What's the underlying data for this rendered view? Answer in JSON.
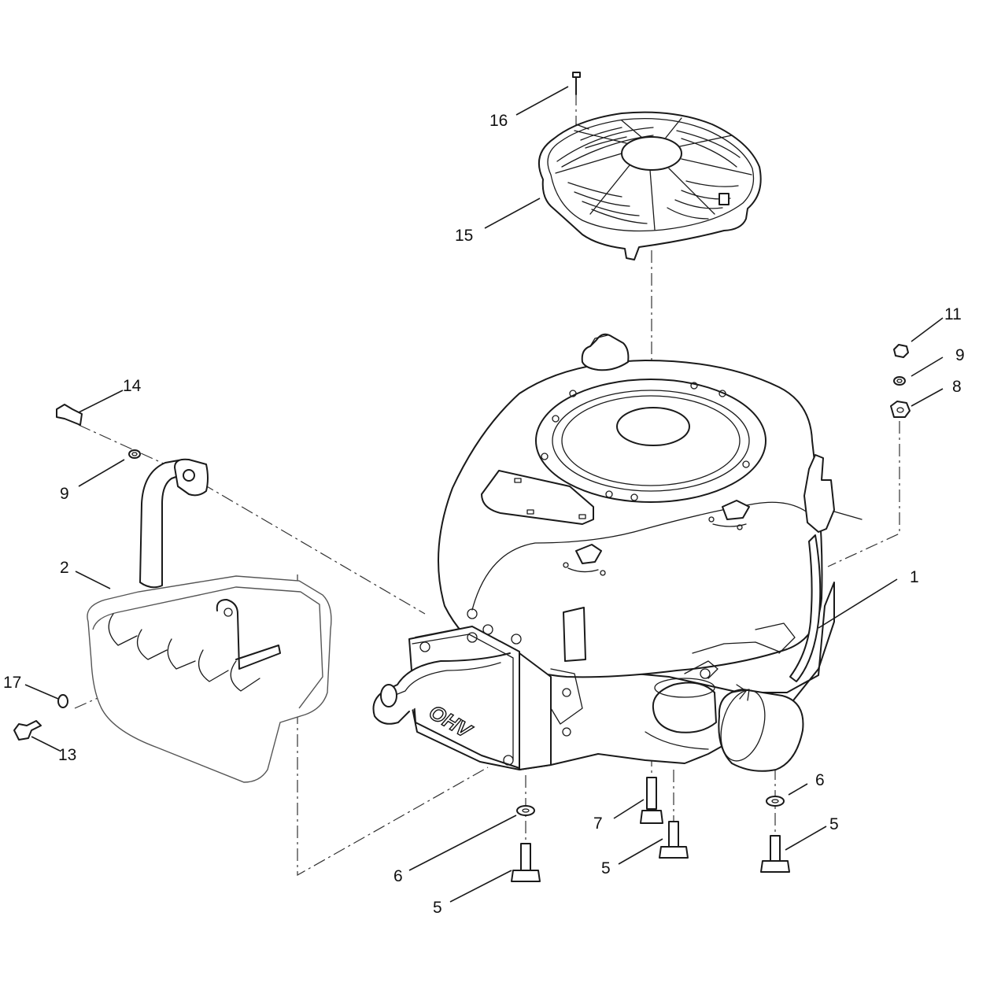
{
  "figure": {
    "engine_decal": "OHV"
  },
  "callouts": [
    {
      "id": "c16",
      "label": "16"
    },
    {
      "id": "c15",
      "label": "15"
    },
    {
      "id": "c11",
      "label": "11"
    },
    {
      "id": "c9r",
      "label": "9"
    },
    {
      "id": "c8",
      "label": "8"
    },
    {
      "id": "c14",
      "label": "14"
    },
    {
      "id": "c9l",
      "label": "9"
    },
    {
      "id": "c2",
      "label": "2"
    },
    {
      "id": "c1",
      "label": "1"
    },
    {
      "id": "c17",
      "label": "17"
    },
    {
      "id": "c13",
      "label": "13"
    },
    {
      "id": "c6r",
      "label": "6"
    },
    {
      "id": "c7",
      "label": "7"
    },
    {
      "id": "c5r",
      "label": "5"
    },
    {
      "id": "c6l",
      "label": "6"
    },
    {
      "id": "c5m",
      "label": "5"
    },
    {
      "id": "c5l",
      "label": "5"
    }
  ]
}
